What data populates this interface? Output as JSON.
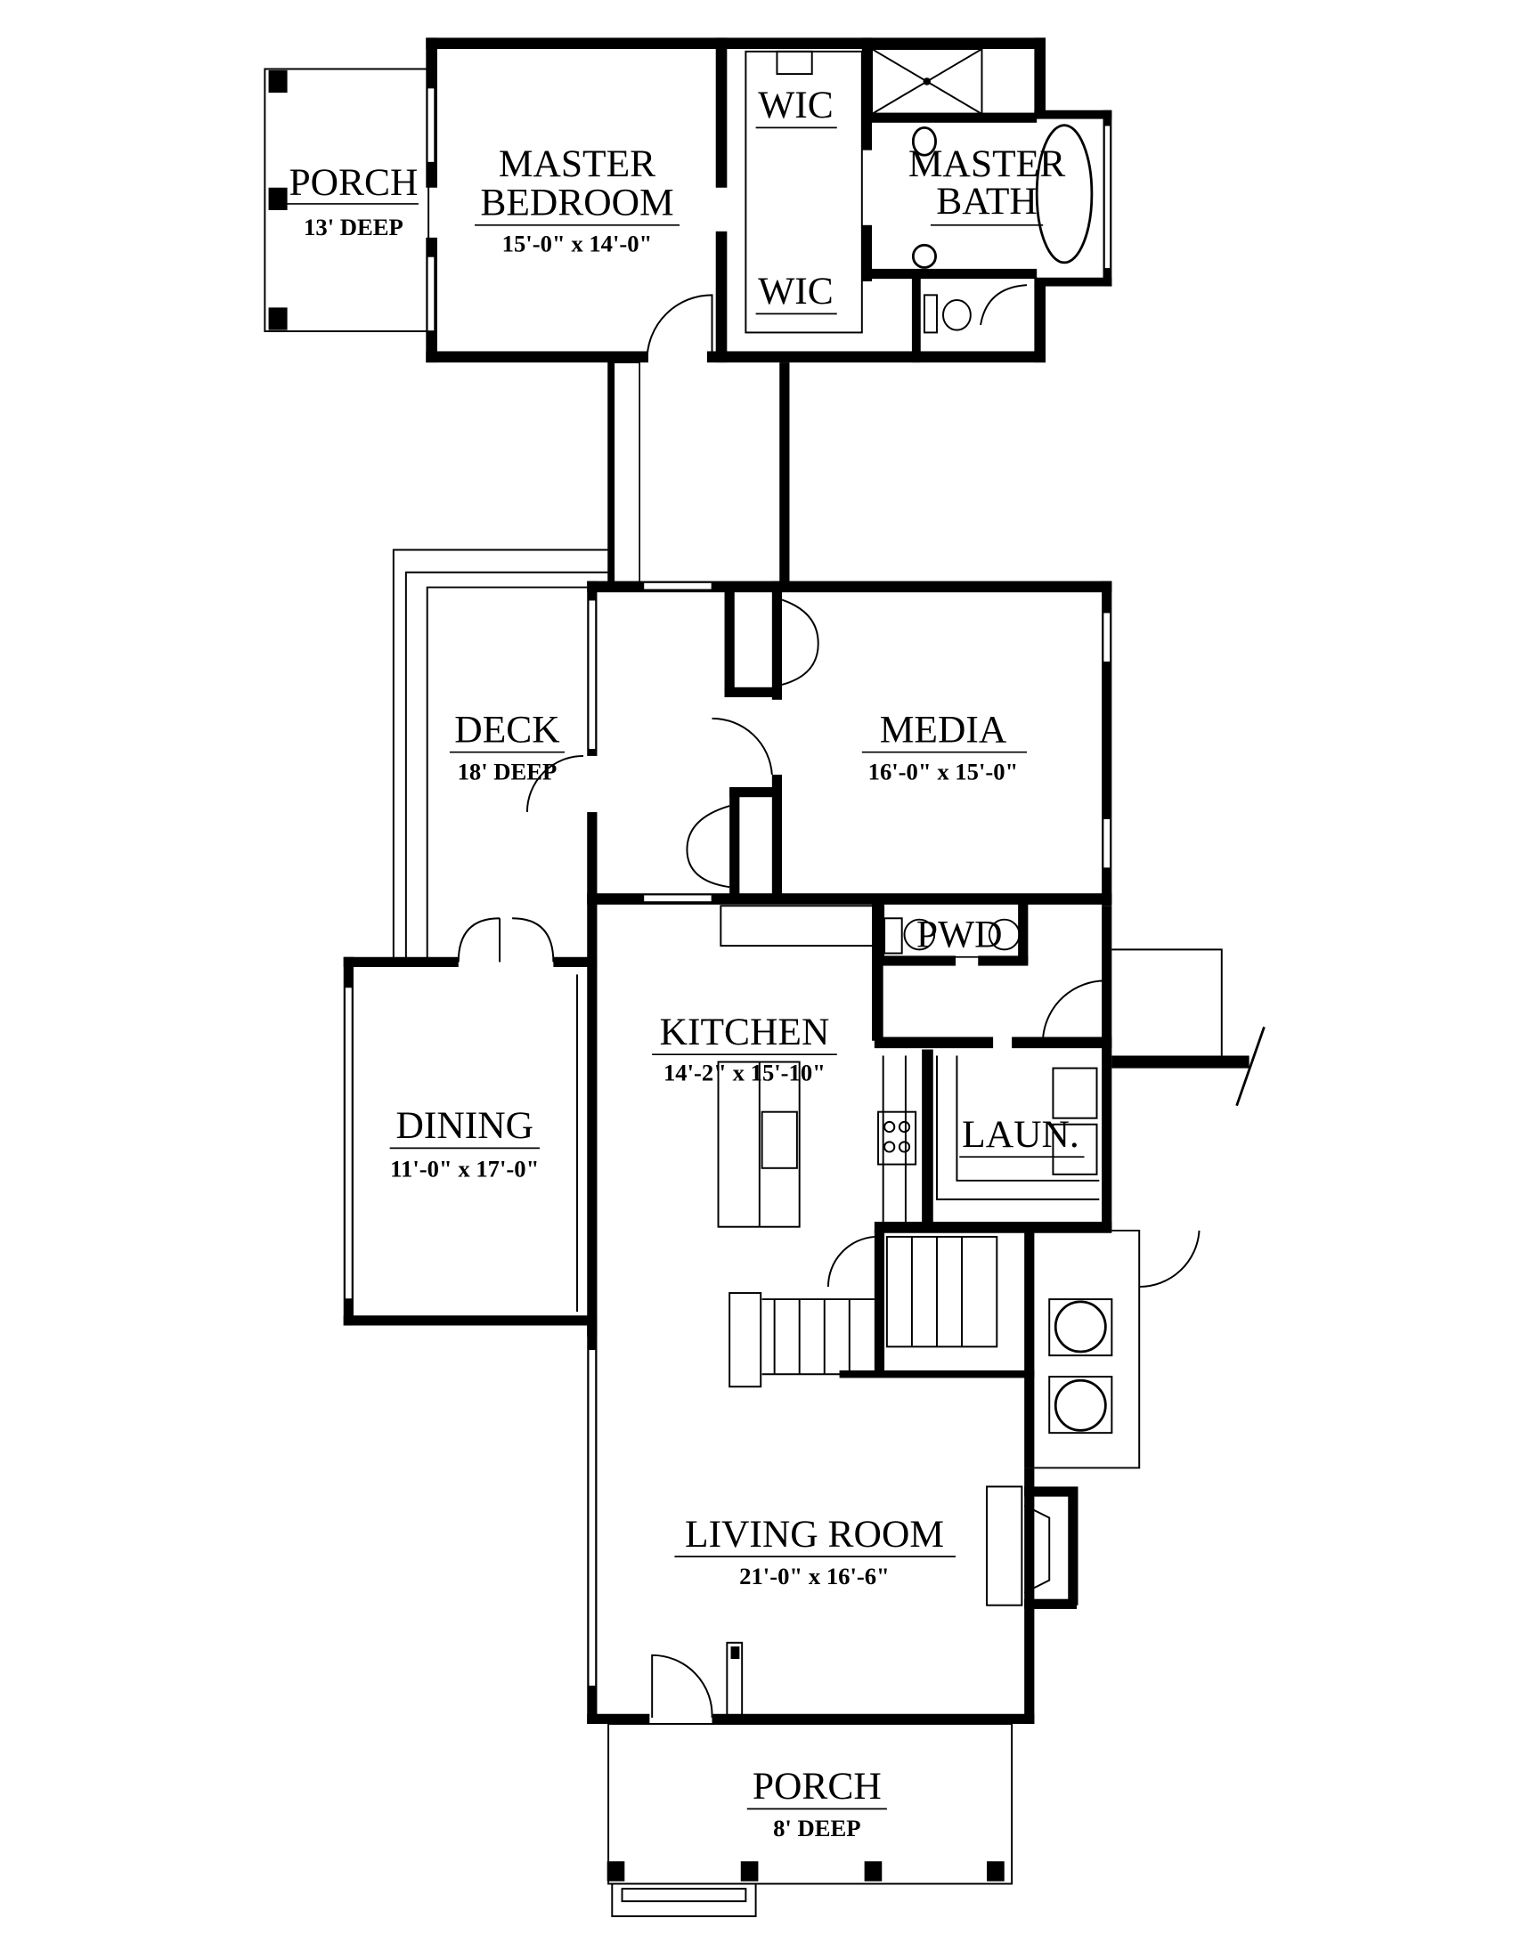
{
  "plan": {
    "rooms": {
      "porch_rear": {
        "name": "PORCH",
        "dims": "13' DEEP"
      },
      "master_bedroom": {
        "name1": "MASTER",
        "name2": "BEDROOM",
        "dims": "15'-0\" x 14'-0\""
      },
      "wic_top": {
        "name": "WIC"
      },
      "wic_bottom": {
        "name": "WIC"
      },
      "master_bath": {
        "name1": "MASTER",
        "name2": "BATH"
      },
      "deck": {
        "name": "DECK",
        "dims": "18' DEEP"
      },
      "media": {
        "name": "MEDIA",
        "dims": "16'-0\" x 15'-0\""
      },
      "pwd": {
        "name": "PWD"
      },
      "kitchen": {
        "name": "KITCHEN",
        "dims": "14'-2\" x 15'-10\""
      },
      "laundry": {
        "name": "LAUN."
      },
      "dining": {
        "name": "DINING",
        "dims": "11'-0\" x 17'-0\""
      },
      "living_room": {
        "name": "LIVING ROOM",
        "dims": "21'-0\" x 16'-6\""
      },
      "porch_front": {
        "name": "PORCH",
        "dims": "8' DEEP"
      }
    }
  }
}
